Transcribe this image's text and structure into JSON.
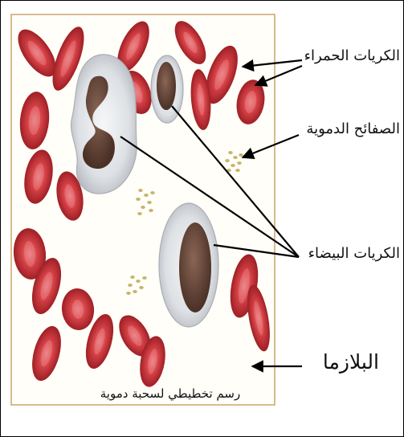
{
  "labels": {
    "red_cells": "الكريات الحمراء",
    "platelets": "الصفائح الدموية",
    "white_cells": "الكريات البيضاء",
    "plasma": "البلازما",
    "caption": "رسم تخطيطي لسحبة دموية"
  },
  "colors": {
    "panel_background": "#fffef8",
    "panel_border": "#c9a56b",
    "red_cell": "#d13a3f",
    "red_cell_dark": "#9e1f25",
    "red_cell_center": "#e8787b",
    "white_cell_cytoplasm": "#dcdfe3",
    "nucleus": "#6b4a3c",
    "platelet": "#c9b46a",
    "arrow": "#000000"
  }
}
